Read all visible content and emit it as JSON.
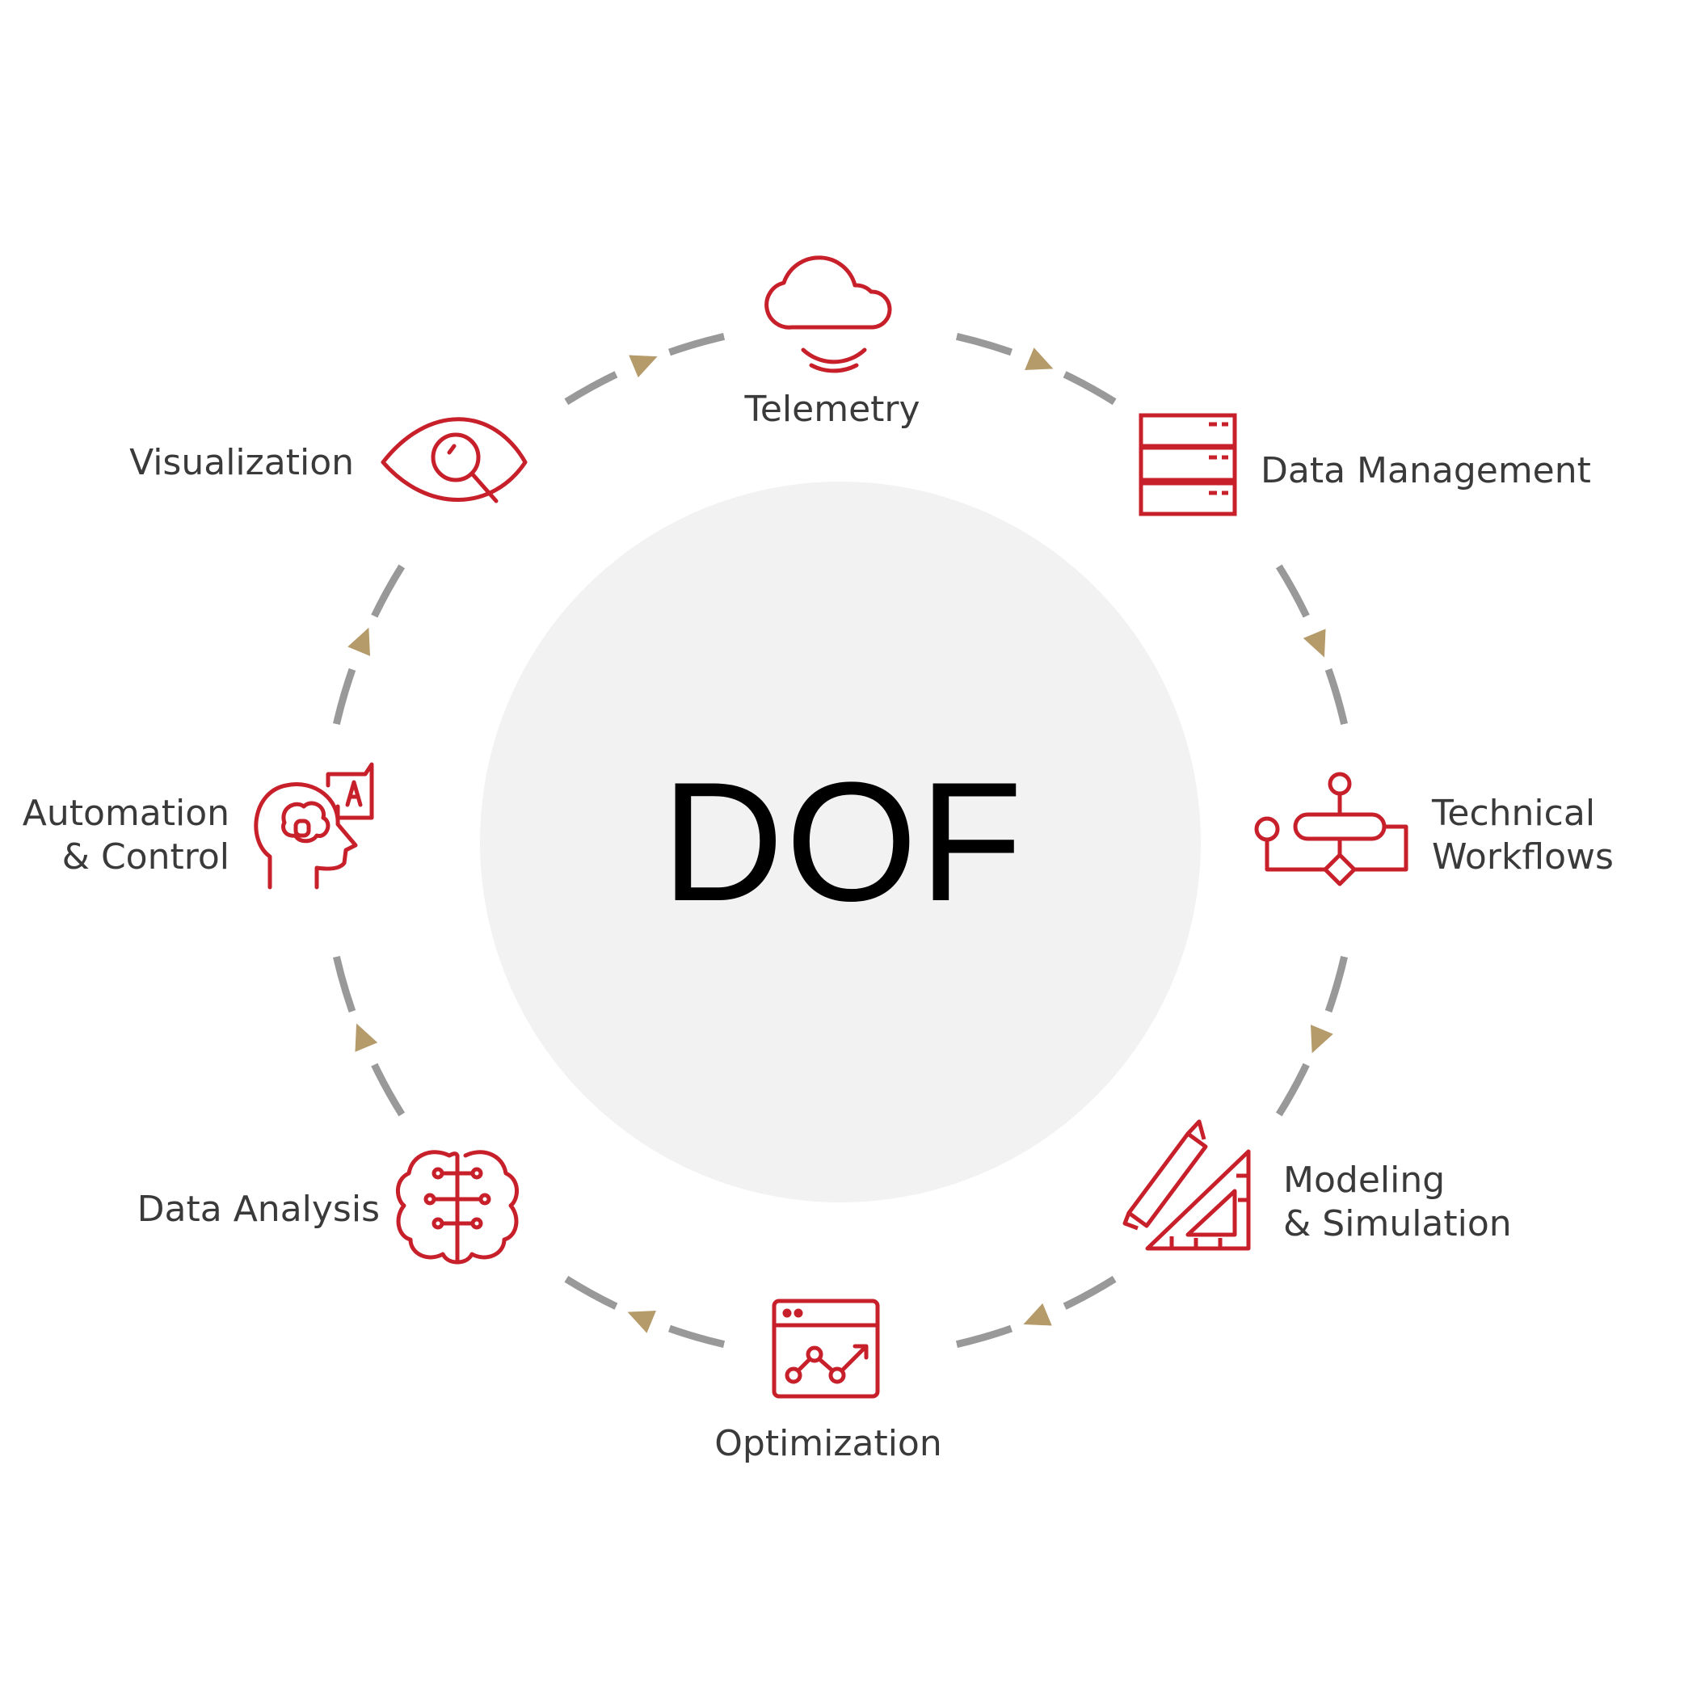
{
  "center": {
    "title": "DOF"
  },
  "colors": {
    "icon": "#c8202a",
    "ring": "#999999",
    "arrow": "#b59a6a",
    "hub": "#f2f2f2",
    "text": "#3a3a3a"
  },
  "nodes": [
    {
      "id": "telemetry",
      "lines": [
        "Telemetry"
      ],
      "icon": "cloud-signal-icon"
    },
    {
      "id": "data-management",
      "lines": [
        "Data Management"
      ],
      "icon": "server-stack-icon"
    },
    {
      "id": "technical-workflows",
      "lines": [
        "Technical",
        "Workflows"
      ],
      "icon": "workflow-icon"
    },
    {
      "id": "modeling-simulation",
      "lines": [
        "Modeling",
        "& Simulation"
      ],
      "icon": "pencil-triangle-icon"
    },
    {
      "id": "optimization",
      "lines": [
        "Optimization"
      ],
      "icon": "chart-window-icon"
    },
    {
      "id": "data-analysis",
      "lines": [
        "Data Analysis"
      ],
      "icon": "brain-circuit-icon"
    },
    {
      "id": "automation-control",
      "lines": [
        "Automation",
        "& Control"
      ],
      "icon": "head-ai-icon"
    },
    {
      "id": "visualization",
      "lines": [
        "Visualization"
      ],
      "icon": "eye-magnifier-icon"
    }
  ]
}
